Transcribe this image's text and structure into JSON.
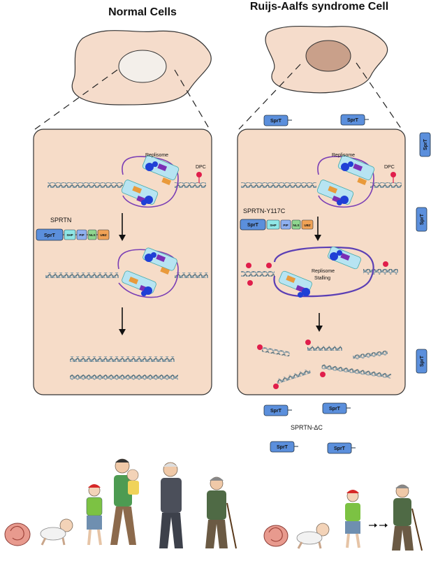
{
  "titles": {
    "left": "Normal Cells",
    "right": "Ruijs-Aalfs syndrome Cell"
  },
  "labels": {
    "replisome": "Replisome",
    "dpc": "DPC",
    "sprtn": "SPRTN",
    "sprtn_mutant": "SPRTN-Y117C",
    "stalling_line1": "Replisome",
    "stalling_line2": "Stalling",
    "sprtn_dc": "SPRTN-ΔC"
  },
  "domains": {
    "sprt": "SprT",
    "shp": "SHP",
    "pip": "PIP",
    "nls": "NLS",
    "ubz": "UBZ"
  },
  "colors": {
    "cell": "#f5dccb",
    "nucleus_normal": "#f3efea",
    "nucleus_disease": "#cfa58e",
    "panel": "#f6dcc8",
    "dna": "#6b7f8a",
    "replisome_blue": "#1f3fd6",
    "replisome_purple": "#7b2fb5",
    "replisome_orange": "#e99a3b",
    "replisome_light": "#b7e4f2",
    "dpc_red": "#e01e4b",
    "sprt_blue": "#5b8fdc",
    "shp_cyan": "#8fe6e6",
    "pip_blue": "#8fb0ef",
    "nls_green": "#8fd68f",
    "ubz_orange": "#f0a255"
  },
  "people_left": [
    "fetus-icon",
    "crawling-baby-icon",
    "child-icon",
    "adult-with-child-icon",
    "elderly-man-icon",
    "old-man-with-cane-icon"
  ],
  "people_right": [
    "fetus-icon",
    "crawling-baby-icon",
    "child-icon",
    "arrow-icon",
    "old-man-with-cane-icon"
  ]
}
